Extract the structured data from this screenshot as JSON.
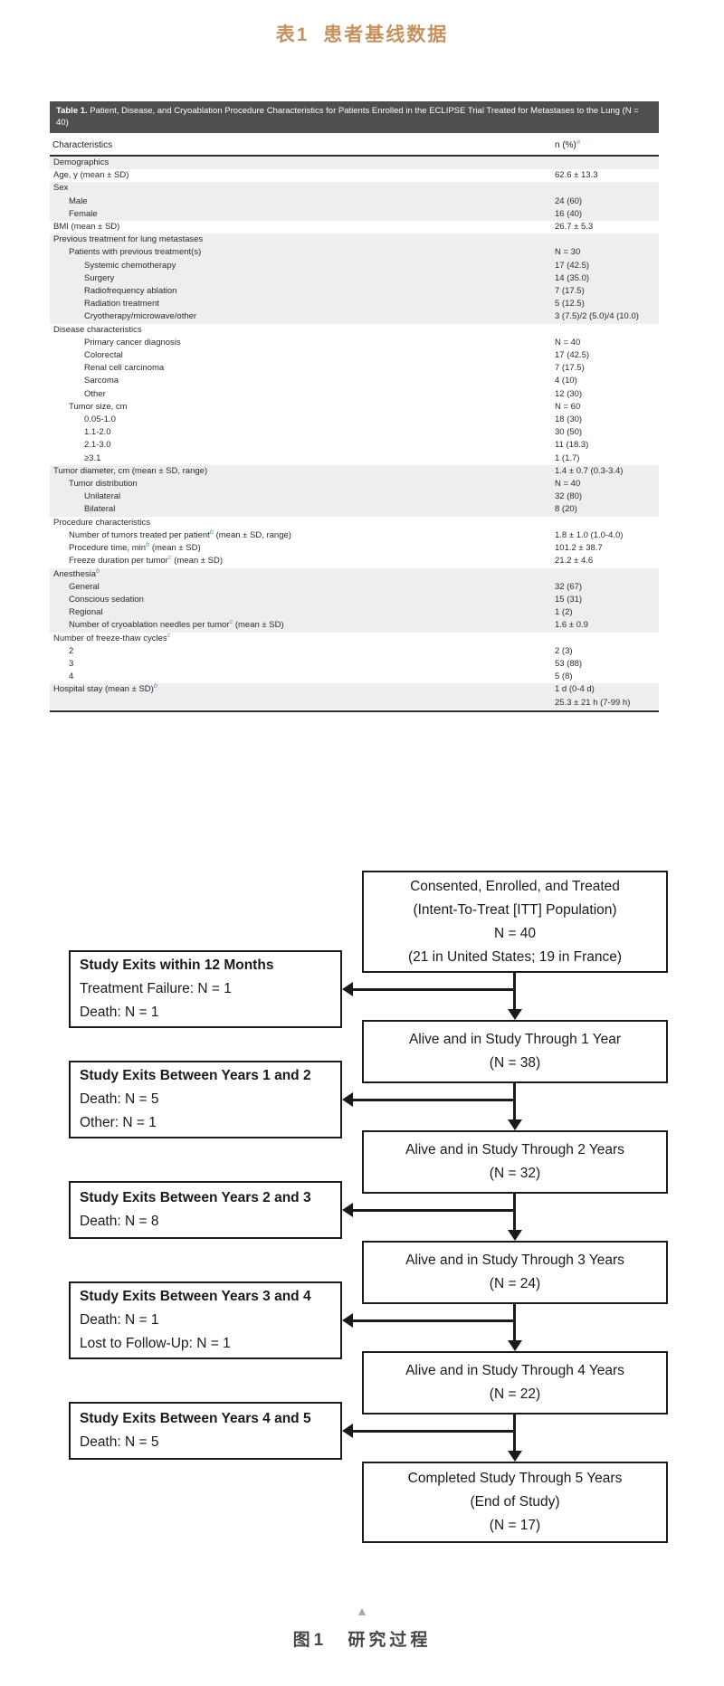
{
  "captions": {
    "table": "表1 患者基线数据",
    "figure": "图1 研究过程",
    "collapse_icon": "▲"
  },
  "table": {
    "title_bold": "Table 1.",
    "title_rest": " Patient, Disease, and Cryoablation Procedure Characteristics for Patients Enrolled in the ECLIPSE Trial Treated for Metastases to the Lung (N = 40)",
    "col_left": "Characteristics",
    "col_right": "n (%)",
    "col_right_sup": "a",
    "rows": [
      {
        "label": "Demographics",
        "indent": 0,
        "value": "",
        "shaded": true
      },
      {
        "label": "Age, y (mean ± SD)",
        "indent": 0,
        "value": "62.6 ± 13.3",
        "shaded": false
      },
      {
        "label": "Sex",
        "indent": 0,
        "value": "",
        "shaded": true
      },
      {
        "label": "Male",
        "indent": 1,
        "value": "24 (60)",
        "shaded": true
      },
      {
        "label": "Female",
        "indent": 1,
        "value": "16 (40)",
        "shaded": true
      },
      {
        "label": "BMI (mean ± SD)",
        "indent": 0,
        "value": "26.7 ± 5.3",
        "shaded": false
      },
      {
        "label": "Previous treatment for lung metastases",
        "indent": 0,
        "value": "",
        "shaded": true
      },
      {
        "label": "Patients with previous treatment(s)",
        "indent": 1,
        "value": "N = 30",
        "shaded": true
      },
      {
        "label": "Systemic chemotherapy",
        "indent": 2,
        "value": "17 (42.5)",
        "shaded": true
      },
      {
        "label": "Surgery",
        "indent": 2,
        "value": "14 (35.0)",
        "shaded": true
      },
      {
        "label": "Radiofrequency ablation",
        "indent": 2,
        "value": "7 (17.5)",
        "shaded": true
      },
      {
        "label": "Radiation treatment",
        "indent": 2,
        "value": "5 (12.5)",
        "shaded": true
      },
      {
        "label": "Cryotherapy/microwave/other",
        "indent": 2,
        "value": "3 (7.5)/2 (5.0)/4 (10.0)",
        "shaded": true
      },
      {
        "label": "Disease characteristics",
        "indent": 0,
        "value": "",
        "shaded": false
      },
      {
        "label": "Primary cancer diagnosis",
        "indent": 2,
        "value": "N = 40",
        "shaded": false
      },
      {
        "label": "Colorectal",
        "indent": 2,
        "value": "17 (42.5)",
        "shaded": false
      },
      {
        "label": "Renal cell carcinoma",
        "indent": 2,
        "value": "7 (17.5)",
        "shaded": false
      },
      {
        "label": "Sarcoma",
        "indent": 2,
        "value": "4 (10)",
        "shaded": false
      },
      {
        "label": "Other",
        "indent": 2,
        "value": "12 (30)",
        "shaded": false
      },
      {
        "label": "Tumor size, cm",
        "indent": 1,
        "value": "N = 60",
        "shaded": false
      },
      {
        "label": "0.05-1.0",
        "indent": 2,
        "value": "18 (30)",
        "shaded": false
      },
      {
        "label": "1.1-2.0",
        "indent": 2,
        "value": "30 (50)",
        "shaded": false
      },
      {
        "label": "2.1-3.0",
        "indent": 2,
        "value": "11 (18.3)",
        "shaded": false
      },
      {
        "label": "≥3.1",
        "indent": 2,
        "value": "1 (1.7)",
        "shaded": false
      },
      {
        "label": "Tumor diameter, cm (mean ± SD, range)",
        "indent": 0,
        "value": "1.4 ± 0.7 (0.3-3.4)",
        "shaded": true
      },
      {
        "label": "Tumor distribution",
        "indent": 1,
        "value": "N = 40",
        "shaded": true
      },
      {
        "label": "Unilateral",
        "indent": 2,
        "value": "32 (80)",
        "shaded": true
      },
      {
        "label": "Bilateral",
        "indent": 2,
        "value": "8 (20)",
        "shaded": true
      },
      {
        "label": "Procedure characteristics",
        "indent": 0,
        "value": "",
        "shaded": false
      },
      {
        "label": "Number of tumors treated per patient",
        "sup": "b",
        "suffix": " (mean ± SD, range)",
        "indent": 1,
        "value": "1.8 ± 1.0 (1.0-4.0)",
        "shaded": false
      },
      {
        "label": "Procedure time, min",
        "sup": "b",
        "suffix": " (mean ± SD)",
        "indent": 1,
        "value": "101.2 ± 38.7",
        "shaded": false
      },
      {
        "label": "Freeze duration per tumor",
        "sup": "c",
        "suffix": " (mean ± SD)",
        "indent": 1,
        "value": "21.2 ± 4.6",
        "shaded": false
      },
      {
        "label": "Anesthesia",
        "sup": "b",
        "indent": 0,
        "value": "",
        "shaded": true
      },
      {
        "label": "General",
        "indent": 1,
        "value": "32 (67)",
        "shaded": true
      },
      {
        "label": "Conscious sedation",
        "indent": 1,
        "value": "15 (31)",
        "shaded": true
      },
      {
        "label": "Regional",
        "indent": 1,
        "value": "1 (2)",
        "shaded": true
      },
      {
        "label": "Number of cryoablation needles per tumor",
        "sup": "c",
        "suffix": " (mean ± SD)",
        "indent": 1,
        "value": "1.6 ± 0.9",
        "shaded": true
      },
      {
        "label": "Number of freeze-thaw cycles",
        "sup": "c",
        "indent": 0,
        "value": "",
        "shaded": false
      },
      {
        "label": "2",
        "indent": 1,
        "value": "2 (3)",
        "shaded": false
      },
      {
        "label": "3",
        "indent": 1,
        "value": "53 (88)",
        "shaded": false
      },
      {
        "label": "4",
        "indent": 1,
        "value": "5 (8)",
        "shaded": false
      },
      {
        "label": "Hospital stay (mean ± SD)",
        "sup": "b",
        "indent": 0,
        "value": "1 d (0-4 d)",
        "shaded": true
      },
      {
        "label": "",
        "indent": 0,
        "value": "25.3 ± 21 h (7-99 h)",
        "shaded": true
      }
    ]
  },
  "flowchart": {
    "right_boxes": [
      {
        "lines": [
          "Consented, Enrolled, and Treated",
          "(Intent-To-Treat [ITT] Population)",
          "N = 40",
          "(21 in United States; 19 in France)"
        ]
      },
      {
        "lines": [
          "Alive and in Study Through 1 Year",
          "(N = 38)"
        ]
      },
      {
        "lines": [
          "Alive and in Study Through 2 Years",
          "(N = 32)"
        ]
      },
      {
        "lines": [
          "Alive and in Study Through 3 Years",
          "(N = 24)"
        ]
      },
      {
        "lines": [
          "Alive and in Study Through 4 Years",
          "(N = 22)"
        ]
      },
      {
        "lines": [
          "Completed Study Through 5 Years",
          "(End of Study)",
          "(N = 17)"
        ]
      }
    ],
    "left_boxes": [
      {
        "title": "Study Exits within 12 Months",
        "lines": [
          "Treatment Failure: N = 1",
          "Death: N = 1"
        ]
      },
      {
        "title": "Study Exits Between Years 1 and 2",
        "lines": [
          "Death: N = 5",
          "Other: N = 1"
        ]
      },
      {
        "title": "Study Exits Between Years 2 and 3",
        "lines": [
          "Death: N = 8"
        ]
      },
      {
        "title": "Study Exits Between Years 3 and 4",
        "lines": [
          "Death: N = 1",
          "Lost to Follow-Up: N = 1"
        ]
      },
      {
        "title": "Study Exits Between Years 4 and 5",
        "lines": [
          "Death: N = 5"
        ]
      }
    ]
  }
}
